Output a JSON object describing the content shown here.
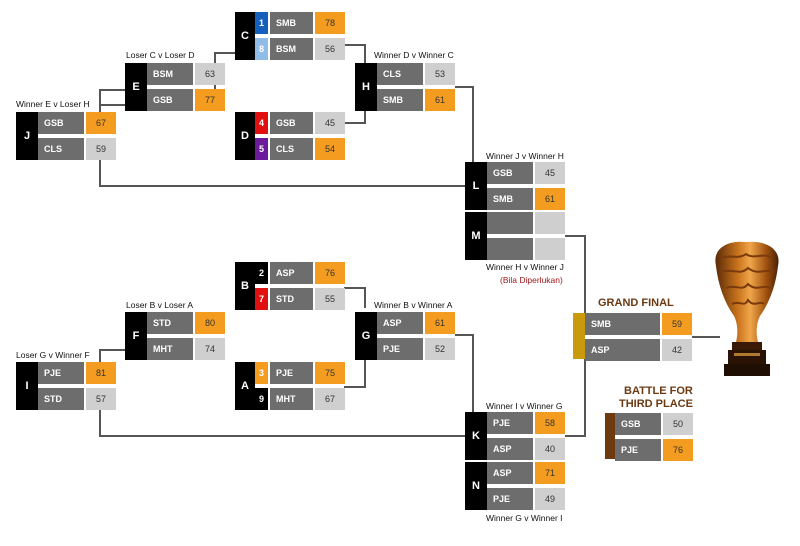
{
  "colors": {
    "win_score": "#f39c1f",
    "lose_score": "#cfcfcf",
    "team_bg": "#6d6d6d",
    "label_bg": "#000000",
    "grand_final_accent": "#c99a0e",
    "third_place_accent": "#6e3a10",
    "seed_blue": "#1560bd",
    "seed_lightblue": "#8fbde8",
    "seed_red": "#e01010",
    "seed_purple": "#6a1a9a",
    "seed_orange": "#f39c1f",
    "line": "#555555"
  },
  "matches": {
    "C": {
      "label": "C",
      "teams": [
        {
          "seed": "1",
          "name": "SMB",
          "score": "78",
          "win": true
        },
        {
          "seed": "8",
          "name": "BSM",
          "score": "56",
          "win": false
        }
      ]
    },
    "D": {
      "label": "D",
      "teams": [
        {
          "seed": "4",
          "name": "GSB",
          "score": "45",
          "win": false
        },
        {
          "seed": "5",
          "name": "CLS",
          "score": "54",
          "win": true
        }
      ]
    },
    "B": {
      "label": "B",
      "teams": [
        {
          "seed": "2",
          "name": "ASP",
          "score": "76",
          "win": true
        },
        {
          "seed": "7",
          "name": "STD",
          "score": "55",
          "win": false
        }
      ]
    },
    "A": {
      "label": "A",
      "teams": [
        {
          "seed": "3",
          "name": "PJE",
          "score": "75",
          "win": true
        },
        {
          "seed": "9",
          "name": "MHT",
          "score": "67",
          "win": false
        }
      ]
    },
    "E": {
      "label": "E",
      "title": "Loser C v Loser D",
      "teams": [
        {
          "name": "BSM",
          "score": "63",
          "win": false
        },
        {
          "name": "GSB",
          "score": "77",
          "win": true
        }
      ]
    },
    "J": {
      "label": "J",
      "title": "Winner E v Loser H",
      "teams": [
        {
          "name": "GSB",
          "score": "67",
          "win": true
        },
        {
          "name": "CLS",
          "score": "59",
          "win": false
        }
      ]
    },
    "H": {
      "label": "H",
      "title": "Winner D v Winner C",
      "teams": [
        {
          "name": "CLS",
          "score": "53",
          "win": false
        },
        {
          "name": "SMB",
          "score": "61",
          "win": true
        }
      ]
    },
    "F": {
      "label": "F",
      "title": "Loser B v Loser A",
      "teams": [
        {
          "name": "STD",
          "score": "80",
          "win": true
        },
        {
          "name": "MHT",
          "score": "74",
          "win": false
        }
      ]
    },
    "I": {
      "label": "I",
      "title": "Loser G v Winner F",
      "teams": [
        {
          "name": "PJE",
          "score": "81",
          "win": true
        },
        {
          "name": "STD",
          "score": "57",
          "win": false
        }
      ]
    },
    "G": {
      "label": "G",
      "title": "Winner B v Winner A",
      "teams": [
        {
          "name": "ASP",
          "score": "61",
          "win": true
        },
        {
          "name": "PJE",
          "score": "52",
          "win": false
        }
      ]
    },
    "L": {
      "label": "L",
      "title": "Winner J v Winner H",
      "teams": [
        {
          "name": "GSB",
          "score": "45",
          "win": false
        },
        {
          "name": "SMB",
          "score": "61",
          "win": true
        }
      ]
    },
    "M": {
      "label": "M",
      "title": "Winner H v Winner J",
      "subtitle": "(Bila Diperlukan)",
      "teams": [
        {
          "name": "",
          "score": "",
          "win": false
        },
        {
          "name": "",
          "score": "",
          "win": false
        }
      ]
    },
    "K": {
      "label": "K",
      "title": "Winner I v Winner G",
      "teams": [
        {
          "name": "PJE",
          "score": "58",
          "win": true
        },
        {
          "name": "ASP",
          "score": "40",
          "win": false
        }
      ]
    },
    "N": {
      "label": "N",
      "title": "Winner G v Winner I",
      "teams": [
        {
          "name": "ASP",
          "score": "71",
          "win": true
        },
        {
          "name": "PJE",
          "score": "49",
          "win": false
        }
      ]
    },
    "GF": {
      "title": "GRAND FINAL",
      "teams": [
        {
          "name": "SMB",
          "score": "59",
          "win": true
        },
        {
          "name": "ASP",
          "score": "42",
          "win": false
        }
      ]
    },
    "TP": {
      "title_line1": "BATTLE FOR",
      "title_line2": "THIRD PLACE",
      "teams": [
        {
          "name": "GSB",
          "score": "50",
          "win": false
        },
        {
          "name": "PJE",
          "score": "76",
          "win": true
        }
      ]
    }
  }
}
